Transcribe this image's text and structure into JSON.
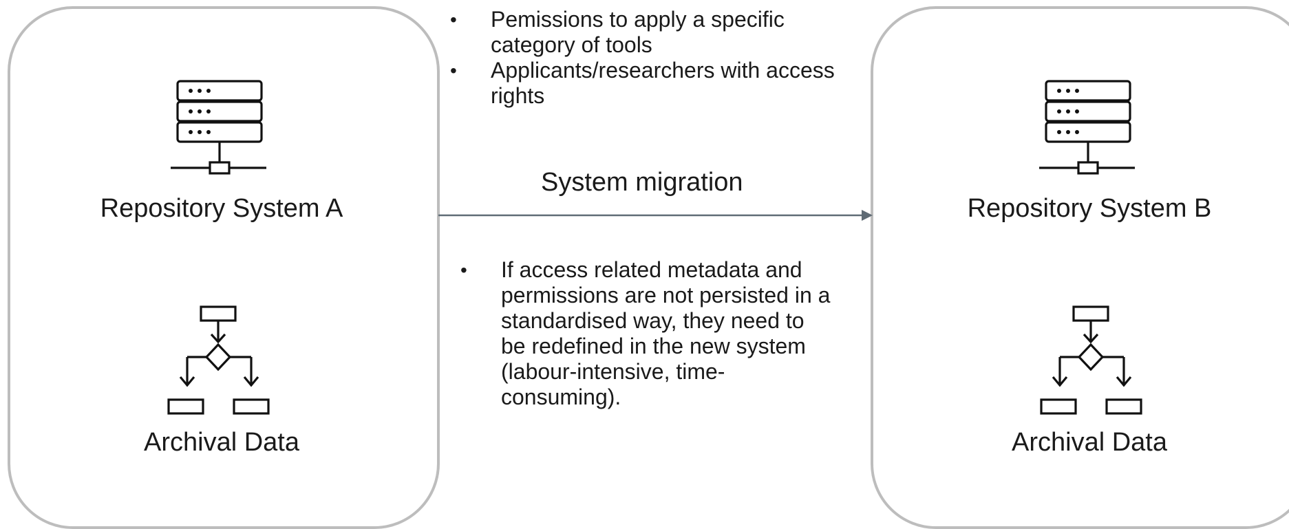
{
  "repository_a": {
    "system_label": "Repository System A",
    "data_label": "Archival Data",
    "server_icon": "server-icon",
    "flowchart_icon": "flowchart-icon"
  },
  "repository_b": {
    "system_label": "Repository System B",
    "data_label": "Archival Data",
    "server_icon": "server-icon",
    "flowchart_icon": "flowchart-icon"
  },
  "migration": {
    "label": "System migration",
    "arrow_icon": "arrow-right-icon"
  },
  "top_bullets": [
    "Pemissions to apply a specific category of tools",
    "Applicants/researchers with access rights"
  ],
  "bottom_bullets": [
    "If access related metadata and permissions are not persisted in a standardised way, they need to be redefined in the new system (labour-intensive, time-consuming)."
  ],
  "colors": {
    "box_border": "#bdbdbd",
    "arrow": "#5f6b75",
    "icon_stroke": "#111111"
  }
}
